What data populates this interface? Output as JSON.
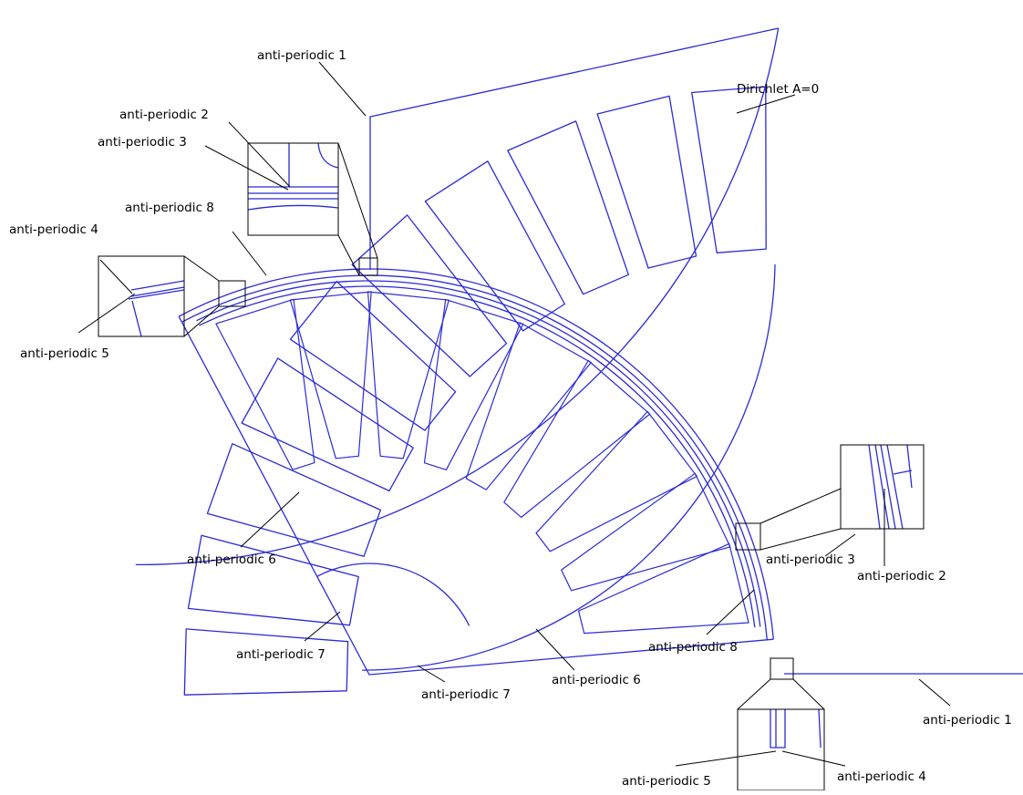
{
  "diagram": {
    "colors": {
      "geometry": "#2b2bd8",
      "annotation": "#000000",
      "background": "#ffffff"
    },
    "labels": {
      "ap1_top": "anti-periodic 1",
      "dirichlet": "Dirichlet A=0",
      "ap2_top": "anti-periodic 2",
      "ap3_top": "anti-periodic 3",
      "ap8_top": "anti-periodic 8",
      "ap4_left": "anti-periodic 4",
      "ap5_left": "anti-periodic 5",
      "ap6_left": "anti-periodic 6",
      "ap7_left": "anti-periodic 7",
      "ap7_bottom": "anti-periodic 7",
      "ap6_bottom": "anti-periodic 6",
      "ap8_bottom": "anti-periodic 8",
      "ap3_right": "anti-periodic 3",
      "ap2_right": "anti-periodic 2",
      "ap1_right": "anti-periodic 1",
      "ap5_bottom": "anti-periodic 5",
      "ap4_bottom": "anti-periodic 4"
    }
  }
}
